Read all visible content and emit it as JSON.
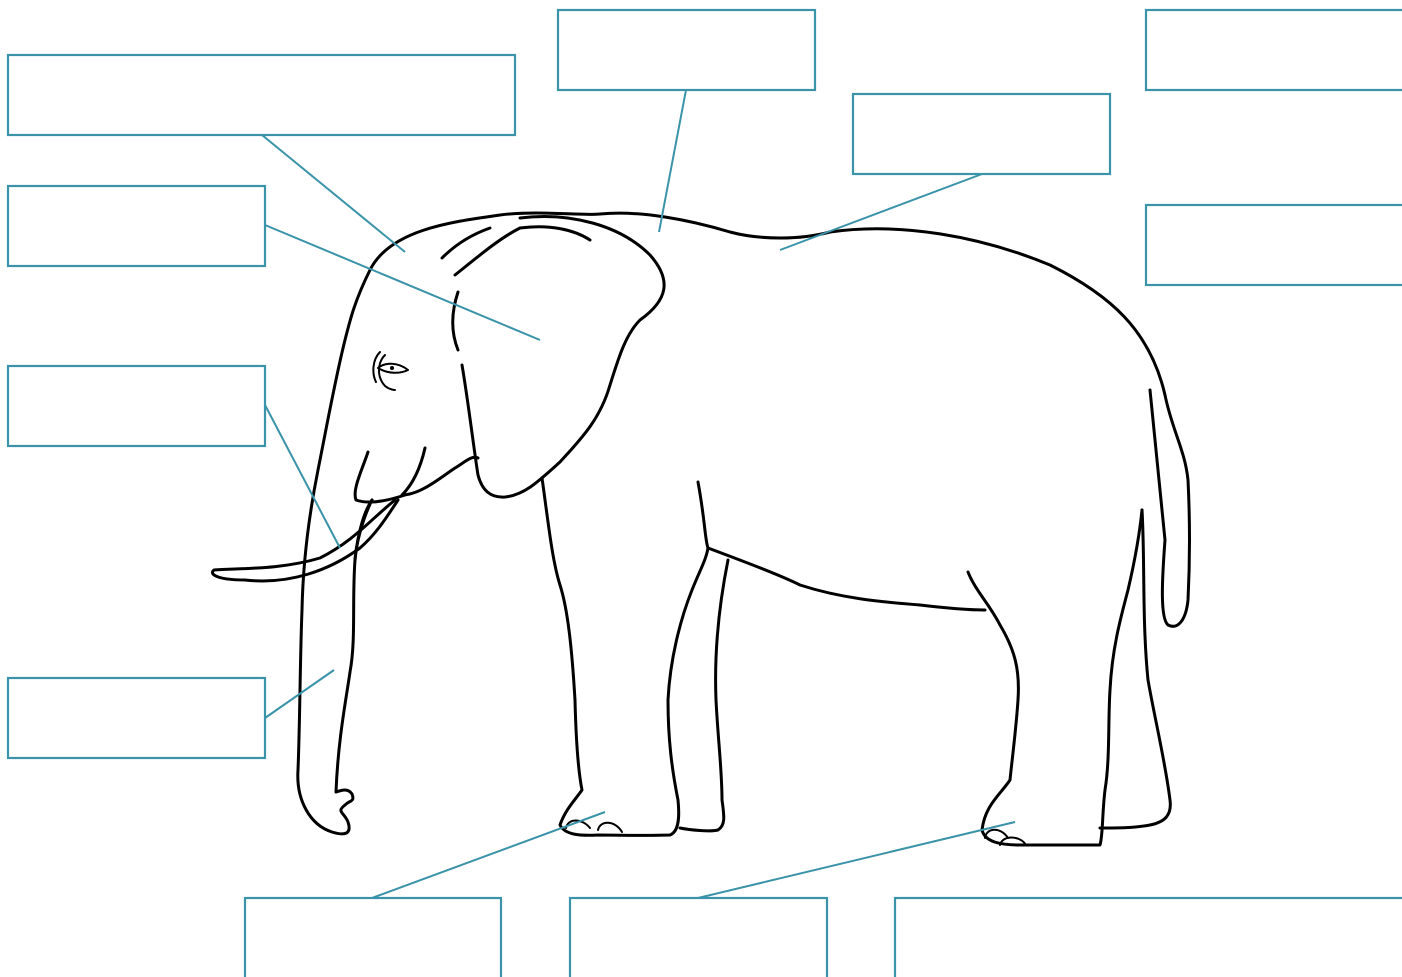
{
  "diagram": {
    "subject": "elephant",
    "line_color": "#3a93a8",
    "ink_color": "#000000",
    "background": "#ffffff",
    "label_boxes": [
      {
        "id": "forehead",
        "text": ""
      },
      {
        "id": "back-top",
        "text": ""
      },
      {
        "id": "top-right",
        "text": ""
      },
      {
        "id": "back",
        "text": ""
      },
      {
        "id": "ear",
        "text": ""
      },
      {
        "id": "tail",
        "text": ""
      },
      {
        "id": "tusk",
        "text": ""
      },
      {
        "id": "trunk",
        "text": ""
      },
      {
        "id": "front-foot",
        "text": ""
      },
      {
        "id": "hind-foot",
        "text": ""
      },
      {
        "id": "bottom-right",
        "text": ""
      }
    ]
  }
}
